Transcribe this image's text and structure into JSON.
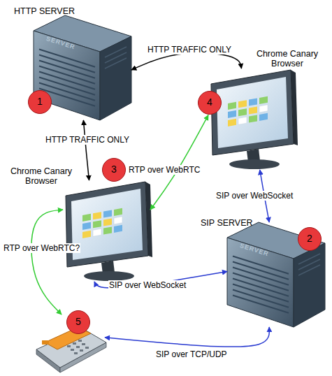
{
  "diagram": {
    "nodes": [
      {
        "text": [
          "HTTP SERVER",
          "1"
        ]
      },
      {
        "text": [
          "Chrome Canary Browser",
          "4"
        ]
      },
      {
        "text": [
          "Chrome Canary Browser",
          "3"
        ]
      },
      {
        "text": [
          "SIP SERVER",
          "2"
        ]
      },
      {
        "text": [
          "5"
        ]
      }
    ],
    "edges": [
      {
        "from": 0,
        "to": 1,
        "arrow": "both",
        "label": "HTTP TRAFFIC ONLY"
      },
      {
        "from": 0,
        "to": 2,
        "arrow": "both",
        "label": "HTTP TRAFFIC ONLY"
      },
      {
        "from": 2,
        "to": 1,
        "arrow": "both",
        "label": "RTP over WebRTC"
      },
      {
        "from": 1,
        "to": 3,
        "arrow": "both",
        "label": "SIP over WebSocket"
      },
      {
        "from": 2,
        "to": 3,
        "arrow": "both",
        "label": "SIP over WebSocket"
      },
      {
        "from": 2,
        "to": 4,
        "arrow": "both",
        "label": "RTP over WebRTC?"
      },
      {
        "from": 4,
        "to": 3,
        "arrow": "both",
        "label": "SIP over TCP/UDP"
      }
    ],
    "labels": [
      "SERVER",
      "SERVER"
    ]
  }
}
